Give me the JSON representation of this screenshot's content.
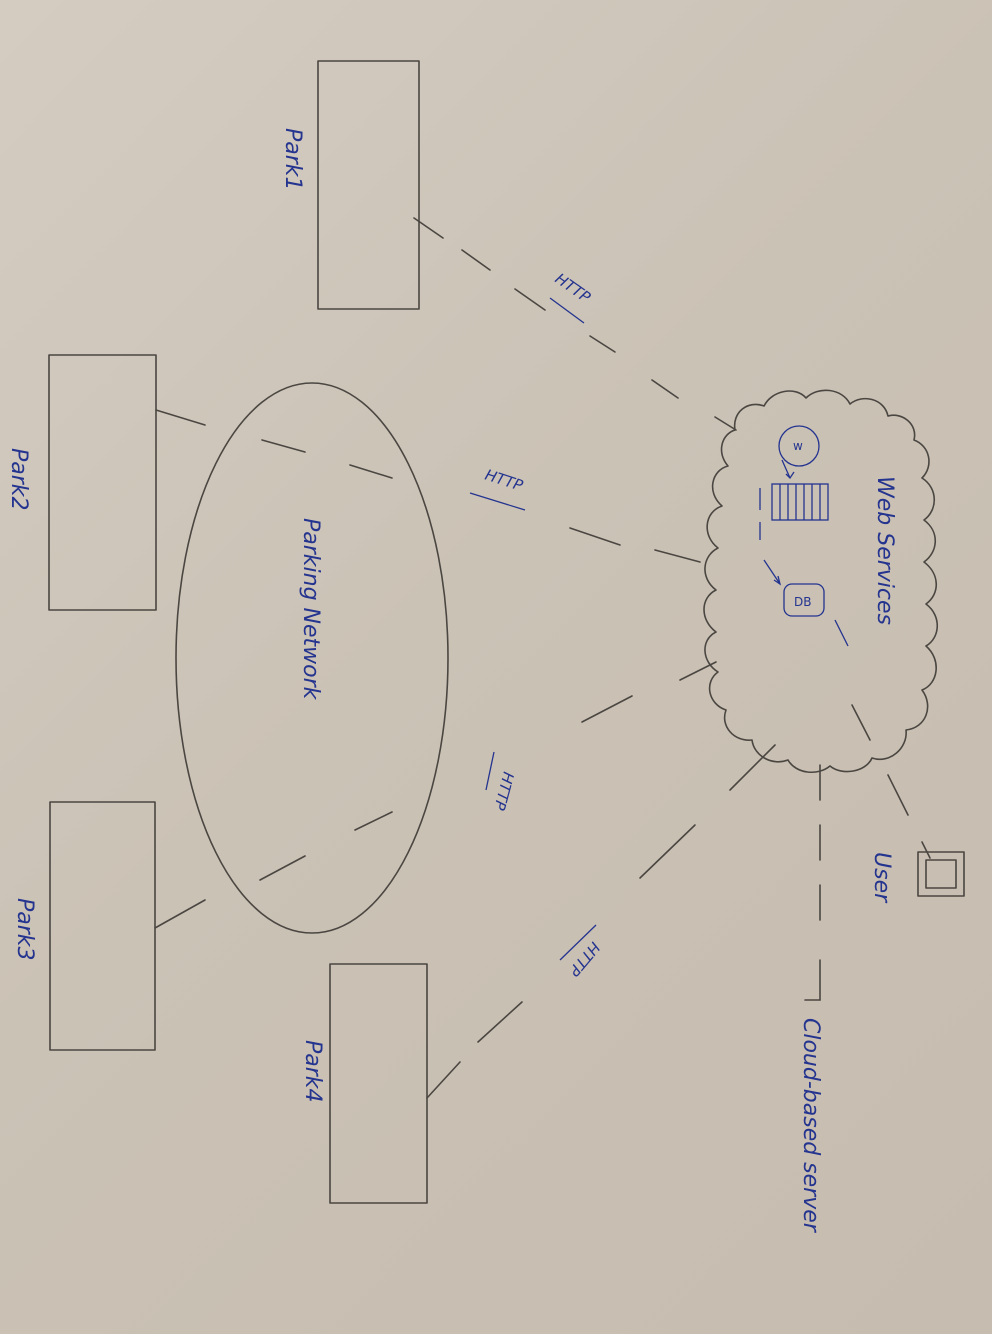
{
  "diagram": {
    "nodes": {
      "park1": "Park1",
      "park2": "Park2",
      "park3": "Park3",
      "park4": "Park4",
      "parking_network": "Parking Network",
      "web_services": "Web Services",
      "user": "User",
      "cloud_server": "Cloud-based server"
    },
    "cloud_internals": {
      "worker": "w",
      "database": "DB"
    },
    "connections": {
      "park1_to_cloud": "HTTP",
      "network_to_cloud": "HTTP",
      "park3_to_cloud": "HTTP",
      "park4_to_cloud": "HTTP"
    }
  }
}
